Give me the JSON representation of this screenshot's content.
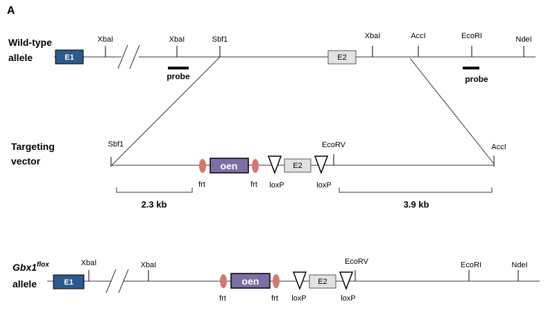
{
  "panel_label": "A",
  "wild_type": {
    "label_line1": "Wild-type",
    "label_line2": "allele",
    "exon1": "E1",
    "exon2": "E2",
    "sites": {
      "xbal_1": "XbaI",
      "xbal_2": "XbaI",
      "sbf1": "Sbf1",
      "xbal_3": "XbaI",
      "accl": "AccI",
      "ecori": "EcoRI",
      "ndel": "NdeI"
    },
    "probe_left": "probe",
    "probe_right": "probe"
  },
  "targeting": {
    "label_line1": "Targeting",
    "label_line2": "vector",
    "sites": {
      "sbf1": "Sbf1",
      "ecorv": "EcoRV",
      "accl": "AccI"
    },
    "frt_1": "frt",
    "frt_2": "frt",
    "oen": "oen",
    "exon2": "E2",
    "loxp_1": "loxP",
    "loxp_2": "loxP",
    "arm_left": "2.3 kb",
    "arm_right": "3.9 kb"
  },
  "flox": {
    "label_name": "Gbx1",
    "label_sup": "flox",
    "label_line2": "allele",
    "exon1": "E1",
    "exon2": "E2",
    "oen": "oen",
    "sites": {
      "xbal_1": "XbaI",
      "xbal_2": "XbaI",
      "ecorv": "EcoRV",
      "ecori": "EcoRI",
      "ndel": "NdeI"
    },
    "frt_1": "frt",
    "frt_2": "frt",
    "loxp_1": "loxP",
    "loxp_2": "loxP"
  },
  "colors": {
    "exon1": "#2c5a8c",
    "exon2": "#e2e2e2",
    "oen": "#7b6fa3",
    "frt": "#d77670"
  }
}
